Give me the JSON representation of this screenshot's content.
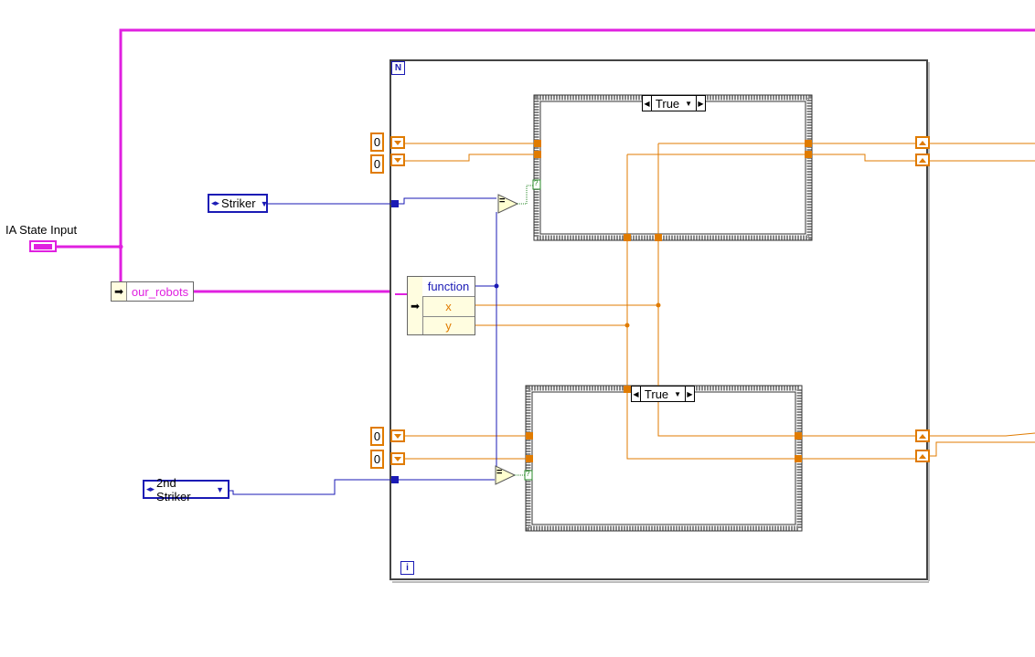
{
  "ia_state_label": "IA State Input",
  "cluster_icon_text": "▭▭",
  "unbundle_main": {
    "field": "our_robots"
  },
  "unbundle_inner": {
    "fields": [
      "function",
      "x",
      "y"
    ]
  },
  "enum_striker": "Striker",
  "enum_2nd_striker": "2nd Striker",
  "const_top_1": "0",
  "const_top_2": "0",
  "const_bot_1": "0",
  "const_bot_2": "0",
  "case_top_selector": "True",
  "case_bot_selector": "True",
  "for_loop_count": "N",
  "for_loop_iter": "i",
  "equal_symbol": "=",
  "bool_term": "?",
  "colors": {
    "cluster": "#e020e0",
    "enum": "#1a1ab5",
    "numeric": "#e07b00"
  }
}
